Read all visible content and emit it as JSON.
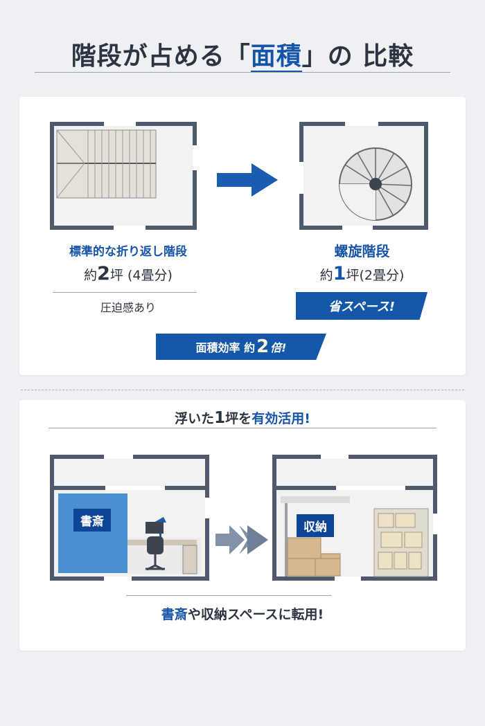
{
  "header": {
    "title_pre": "階段が占める「",
    "title_hl": "面積",
    "title_post": "」の 比較"
  },
  "comparison": {
    "left": {
      "name": "標準的な折り返し階段",
      "area_pre": "約",
      "area_num": "2",
      "area_unit": "坪",
      "area_note": "(4畳分)",
      "note": "圧迫感あり"
    },
    "right": {
      "name": "螺旋階段",
      "area_pre": "約",
      "area_num": "1",
      "area_unit": "坪",
      "area_note": "(2畳分)",
      "badge": "省スペース!"
    },
    "efficiency": {
      "pre": "面積効率 約",
      "num": "2",
      "post": "倍!"
    }
  },
  "usage": {
    "heading_pre": "浮いた",
    "heading_num": "1",
    "heading_mid": "坪を",
    "heading_hl": "有効活用!",
    "study_label": "書斎",
    "storage_label": "収納",
    "footer_hl": "書斎",
    "footer_rest": "や収納スペースに転用!"
  },
  "colors": {
    "accent": "#1654a8",
    "wall": "#4e5a6b",
    "background": "#eef0f4"
  }
}
